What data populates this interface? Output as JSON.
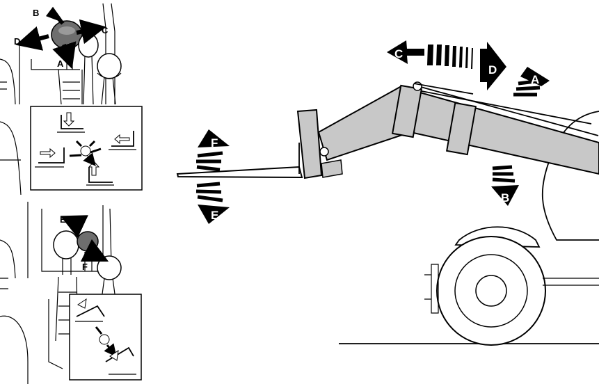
{
  "diagram": {
    "labels": {
      "A": "A",
      "B": "B",
      "C": "C",
      "D": "D",
      "E": "E",
      "F": "F"
    },
    "colors": {
      "ink": "#000000",
      "boom_fill": "#c8c8c8",
      "knob_dark": "#6e6e6e",
      "background": "#ffffff"
    }
  }
}
